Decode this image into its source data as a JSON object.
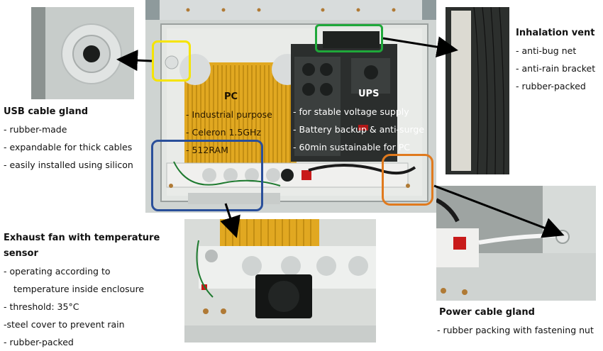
{
  "usb": {
    "title": "USB cable gland",
    "lines": [
      "- rubber-made",
      "- expandable for thick cables",
      "- easily installed using silicon"
    ]
  },
  "vent": {
    "title": "Inhalation vent",
    "lines": [
      "- anti-bug net",
      "- anti-rain bracket",
      "- rubber-packed"
    ]
  },
  "fan": {
    "title_line1": "Exhaust fan with temperature",
    "title_line2": "sensor",
    "lines": [
      "- operating according to",
      "temperature inside enclosure",
      "- threshold: 35°C",
      "-steel cover to prevent rain",
      "- rubber-packed"
    ]
  },
  "power": {
    "title": "Power cable gland",
    "lines": [
      "- rubber packing with fastening nut"
    ]
  },
  "pc": {
    "title": "PC",
    "lines": [
      "- Industrial purpose",
      "- Celeron 1.5GHz",
      "- 512RAM"
    ]
  },
  "ups": {
    "title": "UPS",
    "lines": [
      "- for stable voltage supply",
      "- Battery backup & anti-surge",
      "- 60min sustainable for PC"
    ]
  },
  "colors": {
    "yellow": "#f5e400",
    "green": "#1fa83a",
    "blue": "#2a4f9a",
    "orange": "#e07a1e"
  }
}
